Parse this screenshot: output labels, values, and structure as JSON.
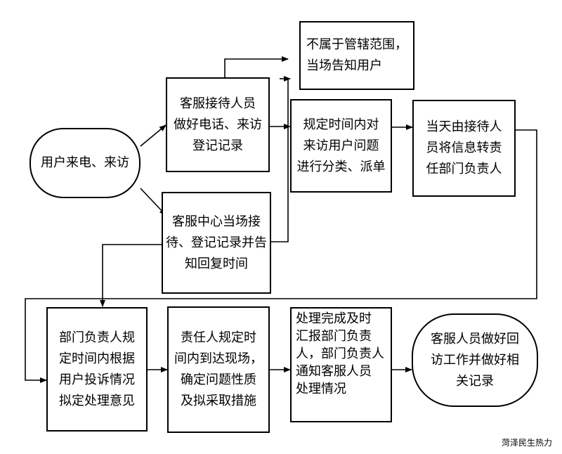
{
  "nodes": {
    "start": "用户来电、来访",
    "reception": "客服接待人员\n做好电话、来访\n登记记录",
    "onsite": "客服中心当场接\n待、登记记录并告\n知回复时间",
    "out_of_scope": "不属于管辖范围，\n当场告知用户",
    "classify": "规定时间内对\n来访用户问题\n进行分类、派单",
    "forward": "当天由接待人\n员将信息转责\n任部门负责人",
    "dept_head": "部门负责人规\n定时间内根据\n用户投诉情况\n拟定处理意见",
    "responsible": "责任人规定时\n间内到达现场，\n确定问题性质\n及拟采取措施",
    "report": "处理完成及时\n汇报部门负责\n人，部门负责人\n通知客服人员\n处理情况",
    "followup": "客服人员做好回\n访工作并做好相\n关记录"
  },
  "watermark": "菏泽民生热力"
}
